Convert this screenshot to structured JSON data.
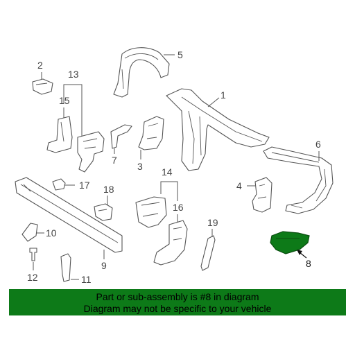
{
  "diagram": {
    "callouts": [
      "1",
      "2",
      "3",
      "4",
      "5",
      "6",
      "7",
      "8",
      "9",
      "10",
      "11",
      "12",
      "13",
      "14",
      "15",
      "16",
      "17",
      "18",
      "19"
    ],
    "highlighted_part": "8",
    "highlight_color": "#0d7a18"
  },
  "banner": {
    "line1": "Part or sub-assembly is #8 in diagram",
    "line2": "Diagram may not be specific to your vehicle",
    "background": "#0d7a18"
  }
}
